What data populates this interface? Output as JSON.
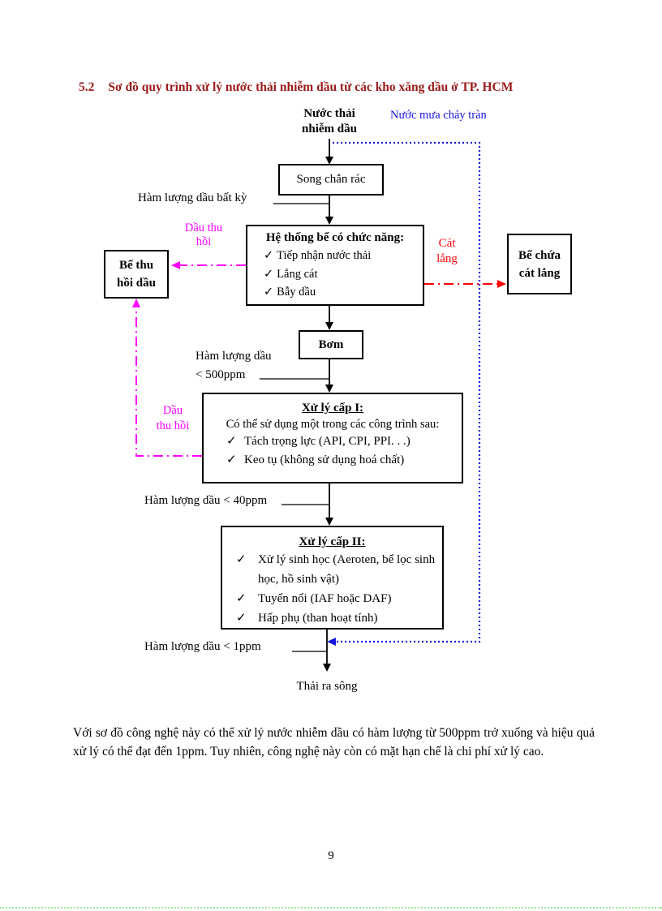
{
  "heading": {
    "number": "5.2",
    "text": "Sơ đồ quy trình xử lý nước thải nhiễm dầu từ các kho xăng dầu ở TP. HCM"
  },
  "colors": {
    "heading": "#9B1B1B",
    "blue": "#1515E0",
    "magenta": "#FF00FF",
    "red": "#FB0207",
    "bottom_rule_green": "#98E698"
  },
  "icons": {
    "check": "✓"
  },
  "flow": {
    "influent_label": "Nước thải\nnhiễm dầu",
    "stormwater_label": "Nước mưa chảy tràn",
    "screen_box": "Song chắn rác",
    "oil_any_label": "Hàm lượng dầu bất kỳ",
    "oil_recovery_top_label": "Dầu thu\nhồi",
    "oil_tank_box": "Bể thu\nhồi dầu",
    "tank_system": {
      "title": "Hệ thống bể có chức năng:",
      "items": [
        "Tiếp nhận nước thải",
        "Lắng cát",
        "Bẫy dầu"
      ]
    },
    "sand_label": "Cát\nlắng",
    "sand_tank_box": "Bể chứa\ncát lắng",
    "pump_box": "Bơm",
    "oil_500_label": "Hàm lượng dầu\n< 500ppm",
    "stage1": {
      "title": "Xử lý cấp I:",
      "intro": "Có thể sử dụng một trong các công trình sau:",
      "items": [
        "Tách trọng lực (API, CPI, PPI. . .)",
        "Keo tụ (không sử dụng hoá chất)"
      ]
    },
    "oil_recovery_left_label": "Dầu\nthu hồi",
    "oil_40_label": "Hàm lượng dầu < 40ppm",
    "stage2": {
      "title": "Xử lý cấp II:",
      "items": [
        "Xử lý sinh học (Aeroten, bể lọc sinh học, hồ sinh vật)",
        "Tuyển nổi (IAF hoặc DAF)",
        "Hấp phụ (than hoạt tính)"
      ]
    },
    "oil_1_label": "Hàm lượng dầu < 1ppm",
    "outfall_label": "Thải ra sông"
  },
  "paragraph": "Với sơ đồ công nghệ này có thể xử lý nước nhiễm dầu có hàm lượng từ 500ppm trở xuống và hiệu quả xử lý có thể đạt đến 1ppm. Tuy nhiên, công nghệ này còn có mặt hạn chế là chi phí xử lý cao.",
  "page_number": "9"
}
